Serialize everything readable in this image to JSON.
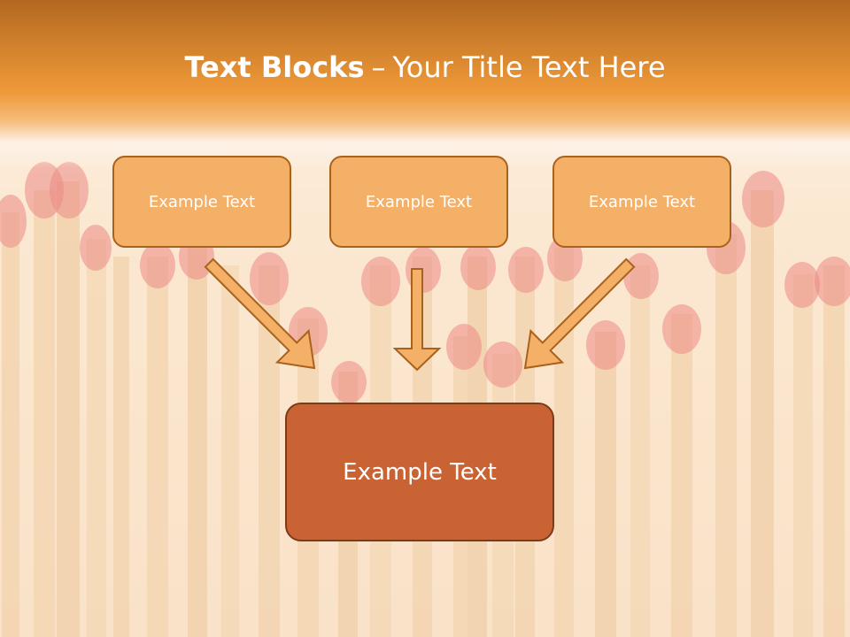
{
  "title": {
    "bold": "Text Blocks",
    "separator": "–",
    "regular": "Your Title Text Here"
  },
  "blocks": [
    {
      "text": "Example Text"
    },
    {
      "text": "Example Text"
    },
    {
      "text": "Example Text"
    }
  ],
  "target": {
    "text": "Example Text"
  },
  "colors": {
    "header": "#ef9a3a",
    "block_fill": "#f5b067",
    "block_border": "#a8621c",
    "target_fill": "#c96333",
    "target_border": "#7e3a17",
    "arrow_fill": "#f5b067",
    "arrow_stroke": "#a8621c",
    "match_head": "#e0393a"
  }
}
